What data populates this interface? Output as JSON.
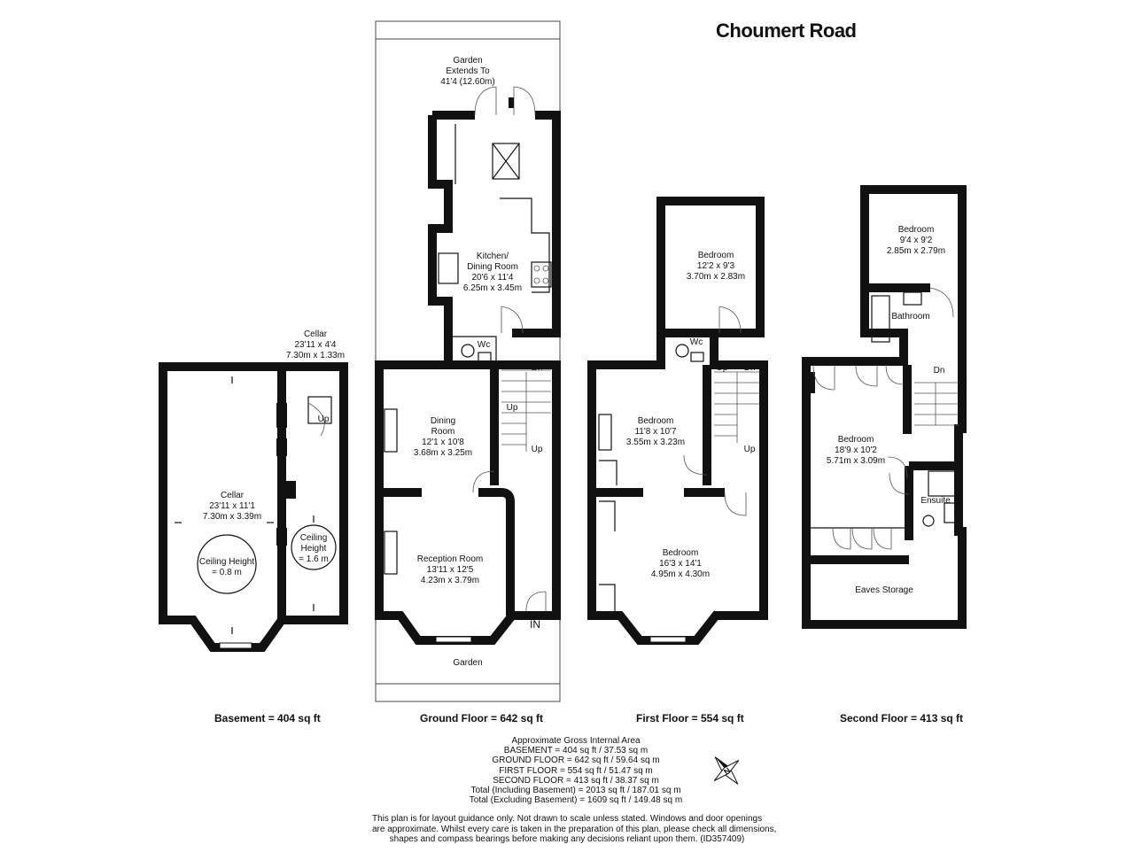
{
  "title": "Choumert Road",
  "floor_labels": {
    "basement": "Basement = 404 sq ft",
    "ground": "Ground Floor = 642 sq ft",
    "first": "First Floor = 554 sq ft",
    "second": "Second Floor = 413 sq ft"
  },
  "rooms": {
    "cellar_small": [
      "Cellar",
      "23'11 x 4'4",
      "7.30m x 1.33m"
    ],
    "cellar_main": [
      "Cellar",
      "23'11 x 11'1",
      "7.30m x 3.39m"
    ],
    "ceiling_08": [
      "Ceiling Height",
      "= 0.8 m"
    ],
    "ceiling_16": [
      "Ceiling",
      "Height",
      "= 1.6 m"
    ],
    "garden_rear": [
      "Garden",
      "Extends To",
      "41'4 (12.60m)"
    ],
    "kitchen": [
      "Kitchen/",
      "Dining Room",
      "20'6 x 11'4",
      "6.25m x 3.45m"
    ],
    "dining": [
      "Dining",
      "Room",
      "12'1 x 10'8",
      "3.68m x 3.25m"
    ],
    "reception": [
      "Reception Room",
      "13'11 x 12'5",
      "4.23m x 3.79m"
    ],
    "garden_front": "Garden",
    "ff_bed_rear": [
      "Bedroom",
      "12'2 x 9'3",
      "3.70m x 2.83m"
    ],
    "ff_bed_mid": [
      "Bedroom",
      "11'8 x 10'7",
      "3.55m x 3.23m"
    ],
    "ff_bed_front": [
      "Bedroom",
      "16'3 x 14'1",
      "4.95m x 4.30m"
    ],
    "sf_bed_rear": [
      "Bedroom",
      "9'4 x 9'2",
      "2.85m x 2.79m"
    ],
    "sf_bed_main": [
      "Bedroom",
      "18'9 x 10'2",
      "5.71m x 3.09m"
    ],
    "bathroom": "Bathroom",
    "ensuite": "Ensuite",
    "eaves": "Eaves Storage",
    "wc": "Wc",
    "up": "Up",
    "dn": "Dn",
    "in": "IN"
  },
  "area_summary": [
    "Approximate Gross Internal Area",
    "BASEMENT = 404 sq ft / 37.53 sq m",
    "GROUND FLOOR = 642 sq ft / 59.64 sq m",
    "FIRST FLOOR = 554 sq ft / 51.47 sq m",
    "SECOND FLOOR = 413 sq ft / 38.37 sq m",
    "Total (Including Basement) = 2013 sq ft / 187.01 sq m",
    "Total (Excluding Basement) = 1609 sq ft / 149.48 sq m"
  ],
  "disclaimer": [
    "This plan is for layout guidance only. Not drawn to scale unless stated. Windows and door openings",
    "are approximate. Whilst every care is taken in the preparation of this plan, please check all dimensions,",
    "shapes and compass bearings before making any decisions reliant upon them. (ID357409)"
  ],
  "compass_letter": "N"
}
